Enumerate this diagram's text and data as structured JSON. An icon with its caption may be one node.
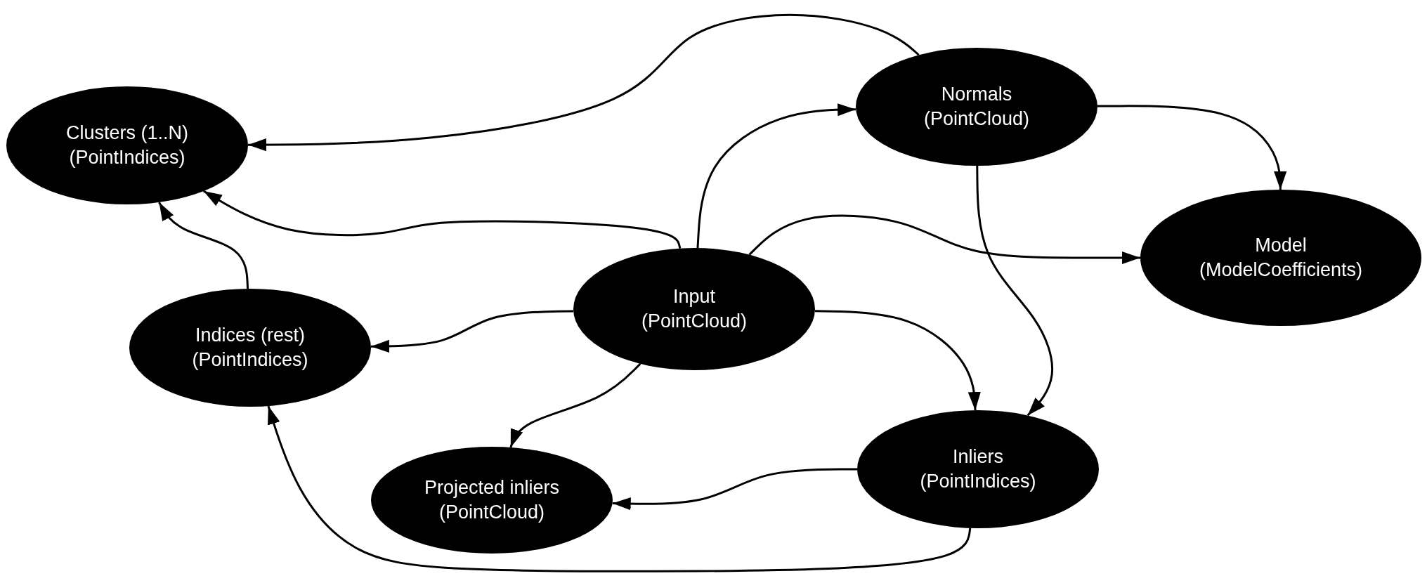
{
  "diagram": {
    "nodes": [
      {
        "text": [
          "Clusters (1..N)",
          "(PointIndices)"
        ]
      },
      {
        "text": [
          "Normals",
          "(PointCloud)"
        ]
      },
      {
        "text": [
          "Model",
          "(ModelCoefficients)"
        ]
      },
      {
        "text": [
          "Input",
          "(PointCloud)"
        ]
      },
      {
        "text": [
          "Indices (rest)",
          "(PointIndices)"
        ]
      },
      {
        "text": [
          "Inliers",
          "(PointIndices)"
        ]
      },
      {
        "text": [
          "Projected inliers",
          "(PointCloud)"
        ]
      }
    ],
    "edges": [
      {
        "from": 1,
        "to": 0,
        "arrow": "to"
      },
      {
        "from": 3,
        "to": 0,
        "arrow": "to"
      },
      {
        "from": 4,
        "to": 0,
        "arrow": "to"
      },
      {
        "from": 3,
        "to": 1,
        "arrow": "to"
      },
      {
        "from": 1,
        "to": 2,
        "arrow": "to"
      },
      {
        "from": 1,
        "to": 5,
        "arrow": "to"
      },
      {
        "from": 3,
        "to": 2,
        "arrow": "to"
      },
      {
        "from": 3,
        "to": 4,
        "arrow": "to"
      },
      {
        "from": 3,
        "to": 5,
        "arrow": "to"
      },
      {
        "from": 3,
        "to": 6,
        "arrow": "to"
      },
      {
        "from": 5,
        "to": 6,
        "arrow": "to"
      },
      {
        "from": 5,
        "to": 4,
        "arrow": "to"
      }
    ]
  }
}
